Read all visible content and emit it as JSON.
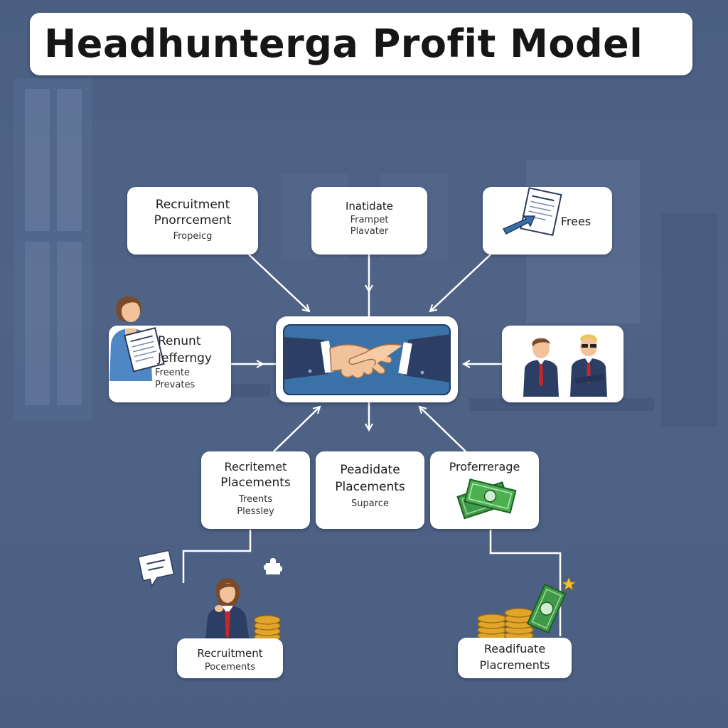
{
  "title": "Headhunterga Profit Model",
  "nodes": {
    "top_left": {
      "line1": "Recruitment",
      "line2": "Pnorrcement",
      "sub1": "Fropeicg"
    },
    "top_center": {
      "line1": "Inatidate",
      "sub1": "Frampet",
      "sub2": "Plavater"
    },
    "top_right": {
      "line1": "Frees"
    },
    "mid_left": {
      "line1": "Renunt",
      "line2": "Jefferngy",
      "sub1": "Freente",
      "sub2": "Prevates"
    },
    "bottom_left": {
      "line1": "Recritemet",
      "line2": "Placements",
      "sub1": "Treents",
      "sub2": "Plessley"
    },
    "bottom_center": {
      "line1": "Peadidate",
      "line2": "Placements",
      "sub1": "Suparce"
    },
    "bottom_right": {
      "line1": "Proferrerage"
    },
    "leaf_left": {
      "line1": "Recruitment",
      "sub1": "Pocements"
    },
    "leaf_right": {
      "line1": "Readifuate",
      "line2": "Placrements"
    }
  },
  "colors": {
    "background": "#4b5f82",
    "center_fill": "#3a72a8",
    "suit": "#2c3e63",
    "money": "#3f9a48",
    "coins": "#e0a52a"
  },
  "icons": [
    "handshake-icon",
    "document-icon",
    "chat-bubble-icon",
    "puzzle-icon",
    "money-icon",
    "coins-icon",
    "star-icon",
    "businessmen-icon",
    "recruiter-icon"
  ]
}
